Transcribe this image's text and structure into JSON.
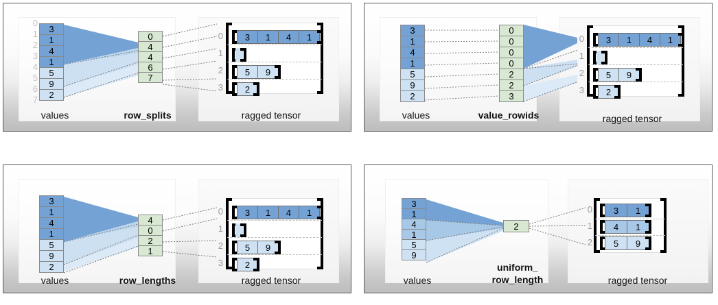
{
  "colors": {
    "blue_dark": "#74a2d4",
    "blue_mid": "#a8c8e8",
    "blue_light": "#cfe2f3",
    "green": "#d9e8d2",
    "cell_border": "#8a8a8a",
    "index_label": "#c2c2c2",
    "row_index_label": "#9a9a9a",
    "bracket": "#000000",
    "panel_border": "#555555",
    "dashed_line": "#bdbdbd"
  },
  "panels": [
    {
      "id": "row-splits",
      "values_caption": "values",
      "encoding_caption": "row_splits",
      "tensor_caption": "ragged tensor",
      "values": [
        3,
        1,
        4,
        1,
        5,
        9,
        2
      ],
      "value_shades": [
        "dark",
        "dark",
        "dark",
        "dark",
        "light",
        "light",
        "light"
      ],
      "value_index_labels": [
        "0",
        "1",
        "2",
        "3",
        "4",
        "5",
        "6",
        "7"
      ],
      "encoding_name": "row_splits",
      "encoding_values": [
        0,
        4,
        4,
        6,
        7
      ],
      "tensor_row_labels": [
        "0",
        "1",
        "2",
        "3"
      ],
      "tensor_rows": [
        [
          3,
          1,
          4,
          1
        ],
        [],
        [
          5,
          9
        ],
        [
          2
        ]
      ],
      "tensor_row_shades": [
        "dark",
        "light",
        "light",
        "light"
      ]
    },
    {
      "id": "value-rowids",
      "values_caption": "values",
      "encoding_caption": "value_rowids",
      "tensor_caption": "ragged tensor",
      "values": [
        3,
        1,
        4,
        1,
        5,
        9,
        2
      ],
      "value_shades": [
        "dark",
        "dark",
        "dark",
        "dark",
        "light",
        "light",
        "light"
      ],
      "value_index_labels": [],
      "encoding_name": "value_rowids",
      "encoding_values": [
        0,
        0,
        0,
        0,
        2,
        2,
        3
      ],
      "tensor_row_labels": [
        "0",
        "1",
        "2",
        "3"
      ],
      "tensor_rows": [
        [
          3,
          1,
          4,
          1
        ],
        [],
        [
          5,
          9
        ],
        [
          2
        ]
      ],
      "tensor_row_shades": [
        "dark",
        "light",
        "light",
        "light"
      ]
    },
    {
      "id": "row-lengths",
      "values_caption": "values",
      "encoding_caption": "row_lengths",
      "tensor_caption": "ragged tensor",
      "values": [
        3,
        1,
        4,
        1,
        5,
        9,
        2
      ],
      "value_shades": [
        "dark",
        "dark",
        "dark",
        "dark",
        "light",
        "light",
        "light"
      ],
      "value_index_labels": [],
      "encoding_name": "row_lengths",
      "encoding_values": [
        4,
        0,
        2,
        1
      ],
      "tensor_row_labels": [
        "0",
        "1",
        "2",
        "3"
      ],
      "tensor_rows": [
        [
          3,
          1,
          4,
          1
        ],
        [],
        [
          5,
          9
        ],
        [
          2
        ]
      ],
      "tensor_row_shades": [
        "dark",
        "light",
        "light",
        "light"
      ]
    },
    {
      "id": "uniform-row-length",
      "values_caption": "values",
      "encoding_caption": "uniform_\nrow_length",
      "tensor_caption": "ragged tensor",
      "values": [
        3,
        1,
        4,
        1,
        5,
        9
      ],
      "value_shades": [
        "dark",
        "dark",
        "mid",
        "mid",
        "light",
        "light"
      ],
      "value_index_labels": [],
      "encoding_name": "uniform_row_length",
      "encoding_values": [
        2
      ],
      "tensor_row_labels": [
        "0",
        "1",
        "2"
      ],
      "tensor_rows": [
        [
          3,
          1
        ],
        [
          4,
          1
        ],
        [
          5,
          9
        ]
      ],
      "tensor_row_shades": [
        "dark",
        "mid",
        "light"
      ]
    }
  ]
}
